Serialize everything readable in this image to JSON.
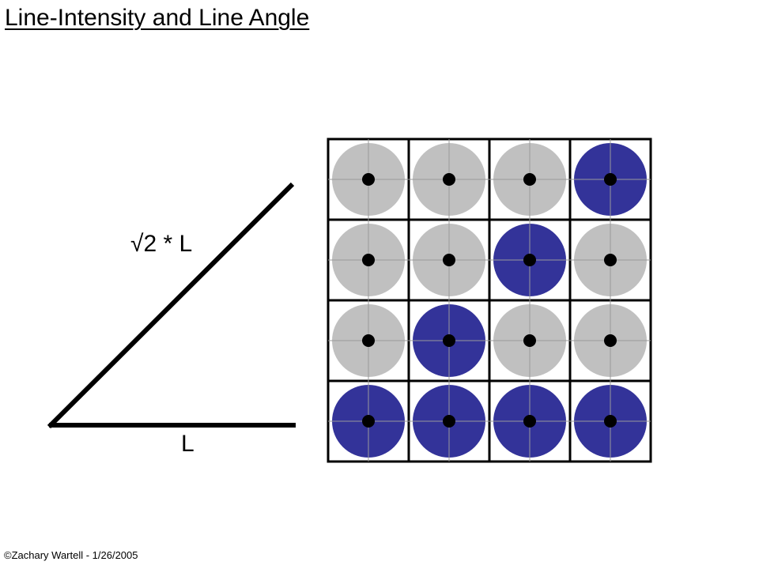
{
  "slide": {
    "title": "Line-Intensity and Line Angle",
    "footer": "©Zachary Wartell - 1/26/2005"
  },
  "triangle": {
    "hypotenuse_label": "√2 * L",
    "base_label": "L"
  },
  "pixel_grid": {
    "rows": 4,
    "cols": 4,
    "colors": {
      "on": "#333399",
      "off": "#c0c0c0",
      "center": "#000000",
      "cell_bg": "#ffffff",
      "border": "#000000",
      "guide": "#9a9a9a"
    },
    "cells": [
      [
        0,
        0,
        0,
        1
      ],
      [
        0,
        0,
        1,
        0
      ],
      [
        0,
        1,
        0,
        0
      ],
      [
        1,
        1,
        1,
        1
      ]
    ]
  }
}
